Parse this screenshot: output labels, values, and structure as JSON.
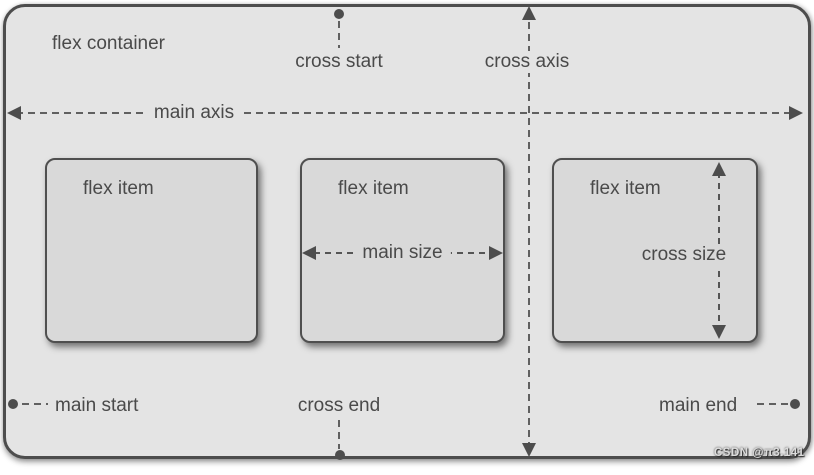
{
  "container": {
    "label": "flex container"
  },
  "axes": {
    "main_axis_label": "main axis",
    "cross_axis_label": "cross axis",
    "cross_start_label": "cross start",
    "cross_end_label": "cross end",
    "main_start_label": "main start",
    "main_end_label": "main end",
    "main_size_label": "main size",
    "cross_size_label": "cross size"
  },
  "items": [
    {
      "label": "flex item"
    },
    {
      "label": "flex item"
    },
    {
      "label": "flex item"
    }
  ],
  "watermark": {
    "text": "CSDN @π3.141"
  },
  "colors": {
    "container_fill": "#e4e4e4",
    "item_fill": "#d9d9d9",
    "border": "#4d4d4d",
    "dashed_line": "#606060",
    "text": "#4a4a4a",
    "page_background": "#ffffff"
  }
}
